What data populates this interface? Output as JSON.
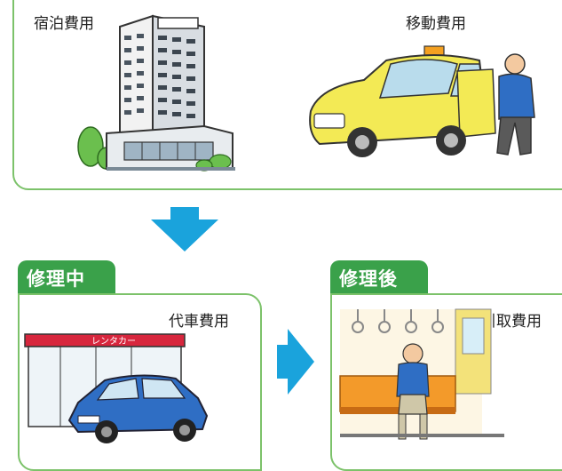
{
  "top_panel": {
    "lodging_label": "宿泊費用",
    "transport_label": "移動費用"
  },
  "during_repair": {
    "tab_label": "修理中",
    "cost_label": "代車費用",
    "shop_sign": "レンタカー"
  },
  "after_repair": {
    "tab_label": "修理後",
    "cost_label": "引取費用"
  },
  "colors": {
    "green_tab": "#3aa14a",
    "panel_border": "#7cc26a",
    "arrow_blue": "#1aa3dc"
  }
}
